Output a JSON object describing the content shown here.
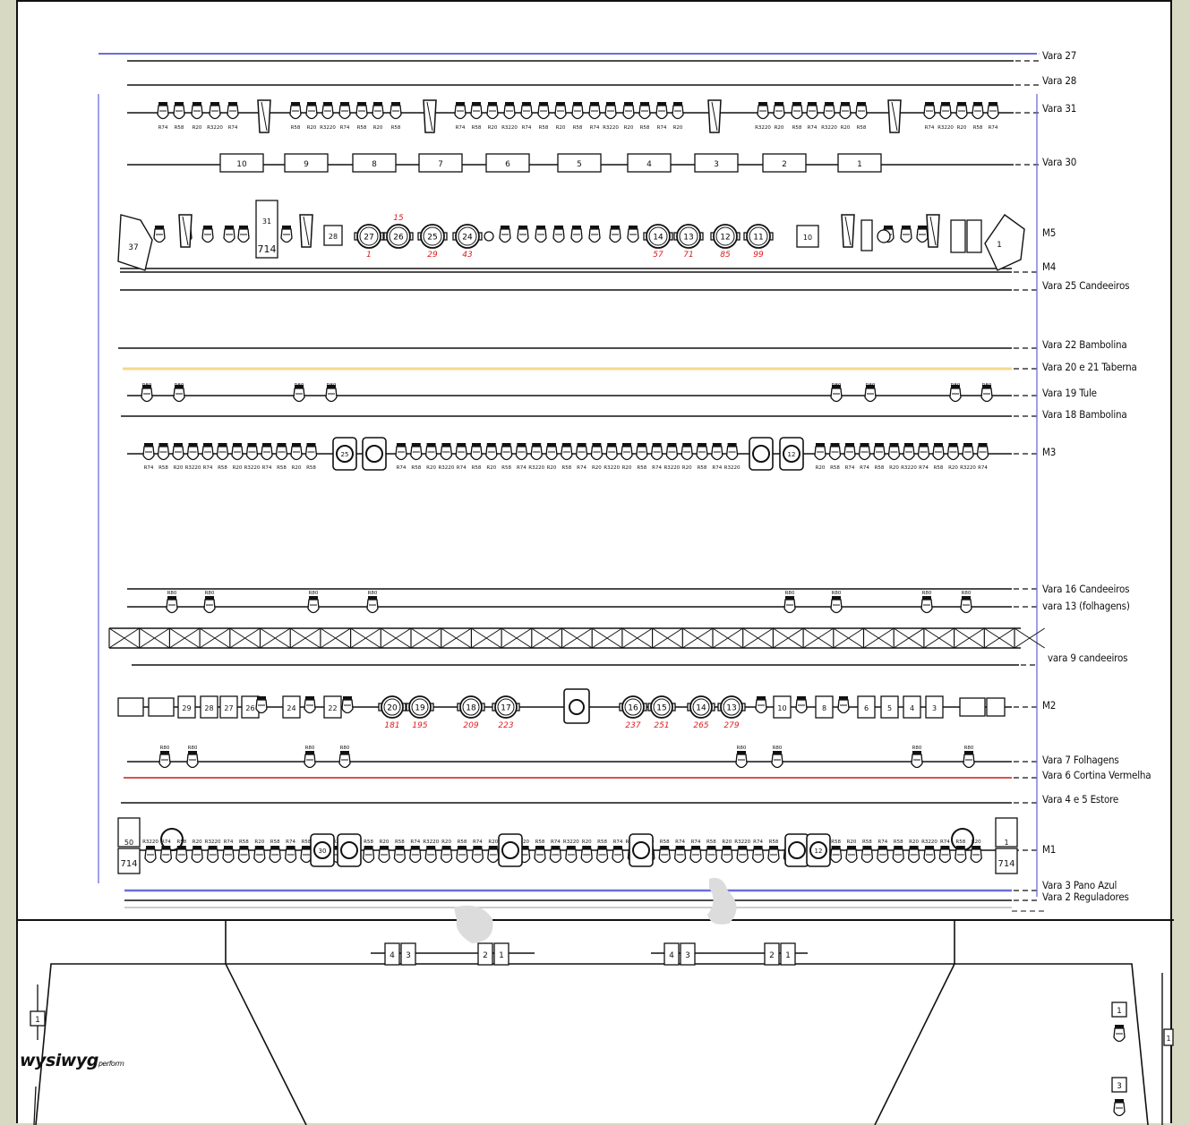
{
  "app": {
    "logo": "wysiwyg",
    "logo_sub": "perform"
  },
  "colors": {
    "line": "#111111",
    "blue": "#6a6fd8",
    "yellow": "#f4d88a",
    "red": "#d9534f",
    "label_red": "#e0191f",
    "smudge": "#dcdcdc"
  },
  "rails": [
    {
      "label": "Vara 27",
      "color": "blue",
      "items": "none"
    },
    {
      "label": "Vara 28",
      "color": "line",
      "items": "none"
    },
    {
      "label": "Vara 31",
      "color": "line",
      "items": "spots"
    },
    {
      "label": "Vara 30",
      "color": "line",
      "items": "boxes"
    },
    {
      "label": "M5",
      "color": "line",
      "items": "mixed"
    },
    {
      "label": "M4",
      "color": "line",
      "items": "none"
    },
    {
      "label": "Vara 25 Candeeiros",
      "color": "line",
      "items": "none"
    },
    {
      "label": "Vara 22 Bambolina",
      "color": "line",
      "items": "none"
    },
    {
      "label": "Vara 20 e 21 Taberna",
      "color": "yellow",
      "items": "none"
    },
    {
      "label": "Vara 19 Tule",
      "color": "line",
      "items": "sparse"
    },
    {
      "label": "Vara 18 Bambolina",
      "color": "line",
      "items": "none"
    },
    {
      "label": "M3",
      "color": "line",
      "items": "spots"
    },
    {
      "label": "Vara 16 Candeeiros",
      "color": "line",
      "items": "none"
    },
    {
      "label": "vara 13 (folhagens)",
      "color": "line",
      "items": "sparse"
    },
    {
      "label": "vara 9 candeeiros",
      "color": "line",
      "items": "truss"
    },
    {
      "label": "M2",
      "color": "line",
      "items": "mixed"
    },
    {
      "label": "Vara 7 Folhagens",
      "color": "line",
      "items": "sparse"
    },
    {
      "label": "Vara 6 Cortina Vermelha",
      "color": "red",
      "items": "none"
    },
    {
      "label": "Vara 4 e 5 Estore",
      "color": "line",
      "items": "none"
    },
    {
      "label": "M1",
      "color": "line",
      "items": "spots"
    },
    {
      "label": "Vara 3 Pano Azul",
      "color": "blue",
      "items": "none"
    },
    {
      "label": "Vara 2 Reguladores",
      "color": "line",
      "items": "none"
    }
  ],
  "vara30_boxes": [
    "10",
    "9",
    "8",
    "7",
    "6",
    "5",
    "4",
    "3",
    "2",
    "1"
  ],
  "m5_fixtures": [
    "27",
    "26",
    "25",
    "24",
    "14",
    "13",
    "12",
    "11"
  ],
  "m5_box_labels": [
    "28",
    "10"
  ],
  "m5_red_labels": [
    "15",
    "1",
    "29",
    "43",
    "57",
    "71",
    "85",
    "99"
  ],
  "m5_corner_labels": [
    "37",
    "31",
    "714",
    "1"
  ],
  "m2_boxes_left": [
    "29",
    "28",
    "27",
    "26",
    "24",
    "22"
  ],
  "m2_boxes_right": [
    "10",
    "8",
    "6",
    "5",
    "4",
    "3"
  ],
  "m2_fixtures": [
    "20",
    "19",
    "18",
    "17",
    "16",
    "15",
    "14",
    "13"
  ],
  "m2_red_labels": [
    "181",
    "195",
    "209",
    "223",
    "237",
    "251",
    "265",
    "279"
  ],
  "m1_corner_labels": [
    "50",
    "714",
    "1",
    "714"
  ],
  "m1_big_fixtures": [
    "30",
    "12"
  ],
  "m3_big_fixtures": [
    "25",
    "12"
  ],
  "foh_boxes": [
    "4",
    "3",
    "2",
    "1",
    "4",
    "3",
    "2",
    "1"
  ],
  "side_boxes": [
    "1",
    "1",
    "3",
    "1"
  ]
}
